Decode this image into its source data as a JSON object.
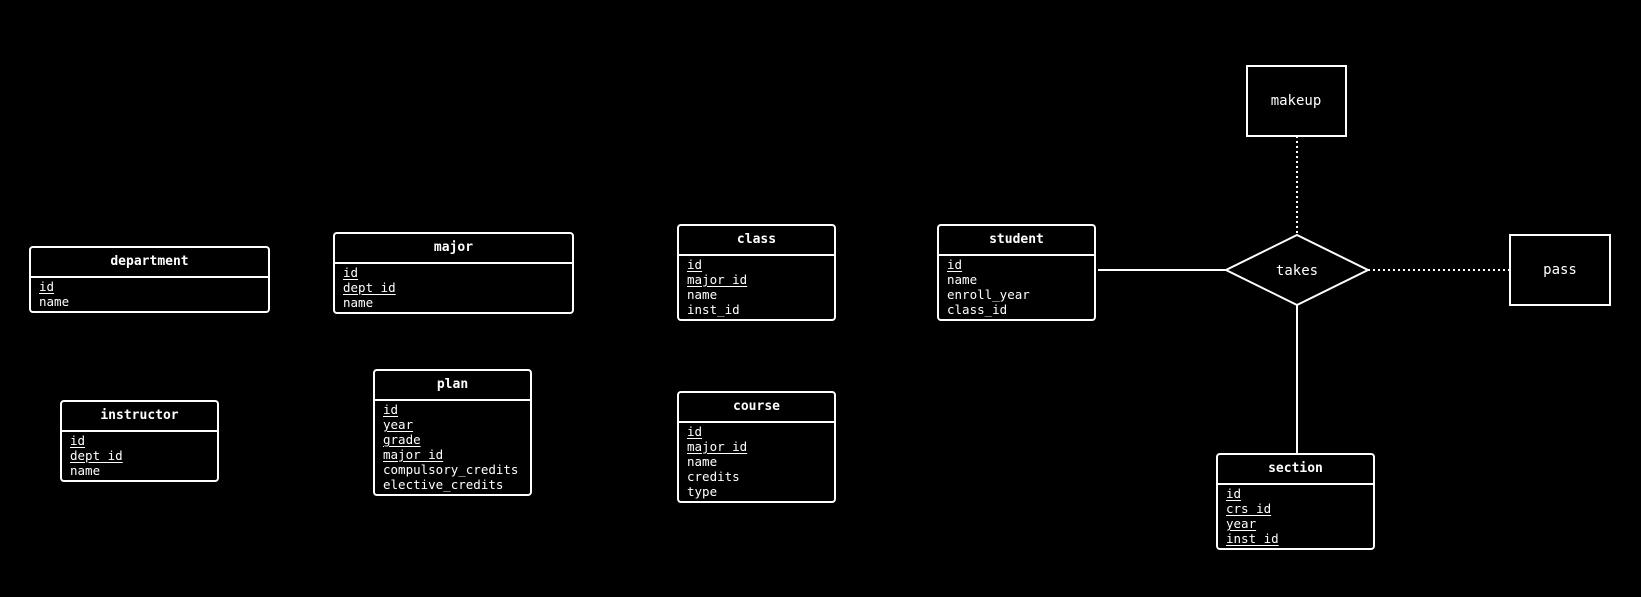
{
  "entities": [
    {
      "name": "department",
      "attributes": [
        {
          "label": "id",
          "key": true
        },
        {
          "label": "name",
          "key": false
        }
      ]
    },
    {
      "name": "major",
      "attributes": [
        {
          "label": "id",
          "key": true
        },
        {
          "label": "dept_id",
          "key": true
        },
        {
          "label": "name",
          "key": false
        }
      ]
    },
    {
      "name": "class",
      "attributes": [
        {
          "label": "id",
          "key": true
        },
        {
          "label": "major_id",
          "key": true
        },
        {
          "label": "name",
          "key": false
        },
        {
          "label": "inst_id",
          "key": false
        }
      ]
    },
    {
      "name": "student",
      "attributes": [
        {
          "label": "id",
          "key": true
        },
        {
          "label": "name",
          "key": false
        },
        {
          "label": "enroll_year",
          "key": false
        },
        {
          "label": "class_id",
          "key": false
        }
      ]
    },
    {
      "name": "instructor",
      "attributes": [
        {
          "label": "id",
          "key": true
        },
        {
          "label": "dept_id",
          "key": true
        },
        {
          "label": "name",
          "key": false
        }
      ]
    },
    {
      "name": "plan",
      "attributes": [
        {
          "label": "id",
          "key": true
        },
        {
          "label": "year",
          "key": true
        },
        {
          "label": "grade",
          "key": true
        },
        {
          "label": "major_id",
          "key": true
        },
        {
          "label": "compulsory_credits",
          "key": false
        },
        {
          "label": "elective_credits",
          "key": false
        }
      ]
    },
    {
      "name": "course",
      "attributes": [
        {
          "label": "id",
          "key": true
        },
        {
          "label": "major_id",
          "key": true
        },
        {
          "label": "name",
          "key": false
        },
        {
          "label": "credits",
          "key": false
        },
        {
          "label": "type",
          "key": false
        }
      ]
    },
    {
      "name": "section",
      "attributes": [
        {
          "label": "id",
          "key": true
        },
        {
          "label": "crs_id",
          "key": true
        },
        {
          "label": "year",
          "key": true
        },
        {
          "label": "inst_id",
          "key": true
        }
      ]
    }
  ],
  "relationship": {
    "name": "takes"
  },
  "attribute_boxes": {
    "makeup": "makeup",
    "pass": "pass"
  },
  "colors": {
    "background": "#000000",
    "foreground": "#ffffff"
  }
}
